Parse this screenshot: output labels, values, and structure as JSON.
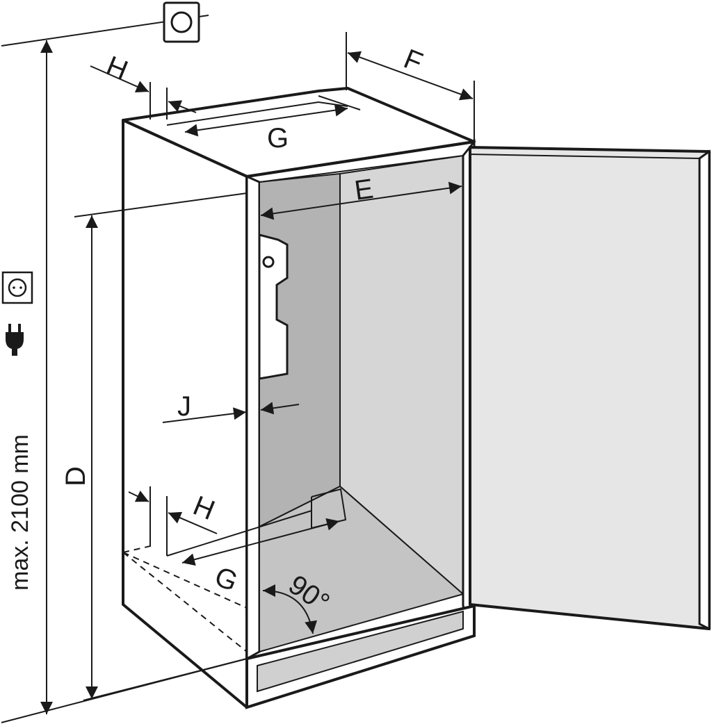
{
  "labels": {
    "E": "E",
    "F": "F",
    "G_top": "G",
    "G_bottom": "G",
    "H_top": "H",
    "H_bottom": "H",
    "J": "J",
    "D": "D",
    "max_height": "max. 2100 mm",
    "angle": "90°"
  },
  "icons": {
    "top_outlet": "socket-icon",
    "side_outlet": "socket-icon",
    "plug": "power-plug-icon"
  },
  "colors": {
    "line": "#1a1a1a",
    "interior_back": "#b3b3b3",
    "interior_side": "#d6d6d6",
    "interior_floor": "#c4c4c4",
    "door_panel": "#e6e6e6",
    "plinth": "#d0d0d0"
  }
}
